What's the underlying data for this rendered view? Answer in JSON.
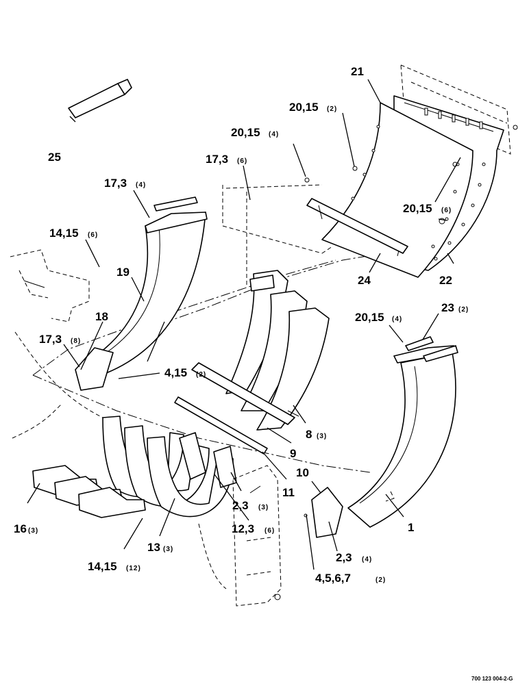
{
  "figure_id": "700 123 004-2-G",
  "callouts": [
    {
      "id": "c1",
      "part": "1",
      "qty": ""
    },
    {
      "id": "c2",
      "part": "2,3",
      "qty": "(3)"
    },
    {
      "id": "c3",
      "part": "2,3",
      "qty": "(4)"
    },
    {
      "id": "c4",
      "part": "4,5,6,7",
      "qty": "(2)"
    },
    {
      "id": "c5",
      "part": "4,15",
      "qty": "(2)"
    },
    {
      "id": "c6",
      "part": "8",
      "qty": "(3)"
    },
    {
      "id": "c7",
      "part": "9",
      "qty": ""
    },
    {
      "id": "c8",
      "part": "10",
      "qty": ""
    },
    {
      "id": "c9",
      "part": "11",
      "qty": ""
    },
    {
      "id": "c10",
      "part": "12,3",
      "qty": "(6)"
    },
    {
      "id": "c11",
      "part": "13",
      "qty": "(3)"
    },
    {
      "id": "c12",
      "part": "14,15",
      "qty": "(6)"
    },
    {
      "id": "c13",
      "part": "14,15",
      "qty": "(12)"
    },
    {
      "id": "c14",
      "part": "16",
      "qty": "(3)"
    },
    {
      "id": "c15",
      "part": "17,3",
      "qty": "(4)"
    },
    {
      "id": "c16",
      "part": "17,3",
      "qty": "(6)"
    },
    {
      "id": "c17",
      "part": "17,3",
      "qty": "(8)"
    },
    {
      "id": "c18",
      "part": "18",
      "qty": ""
    },
    {
      "id": "c19",
      "part": "19",
      "qty": ""
    },
    {
      "id": "c20",
      "part": "20,15",
      "qty": "(2)"
    },
    {
      "id": "c21",
      "part": "20,15",
      "qty": "(4)"
    },
    {
      "id": "c22",
      "part": "20,15",
      "qty": "(6)"
    },
    {
      "id": "c23",
      "part": "20,15",
      "qty": "(4)"
    },
    {
      "id": "c24",
      "part": "21",
      "qty": ""
    },
    {
      "id": "c25",
      "part": "22",
      "qty": ""
    },
    {
      "id": "c26",
      "part": "23",
      "qty": "(2)"
    },
    {
      "id": "c27",
      "part": "24",
      "qty": ""
    },
    {
      "id": "c28",
      "part": "25",
      "qty": ""
    }
  ]
}
